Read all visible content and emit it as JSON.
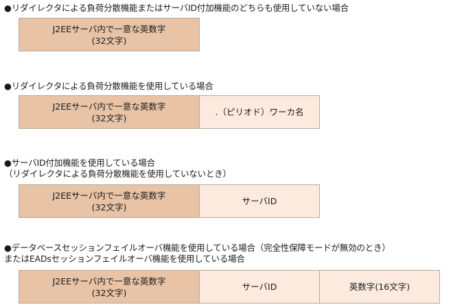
{
  "colors": {
    "primary_fill": "#e8c3a6",
    "secondary_fill": "#fbeadd",
    "border": "#b8a898"
  },
  "sections": [
    {
      "heading_lines": [
        "●リダイレクタによる負荷分散機能またはサーバID付加機能のどちらも使用していない場合"
      ],
      "boxes": [
        {
          "line1": "J2EEサーバ内で一意な英数字",
          "line2": "(32文字)"
        }
      ]
    },
    {
      "heading_lines": [
        "●リダイレクタによる負荷分散機能を使用している場合"
      ],
      "boxes": [
        {
          "line1": "J2EEサーバ内で一意な英数字",
          "line2": "(32文字)"
        },
        {
          "line1": ".（ピリオド）ワーカ名",
          "line2": ""
        }
      ]
    },
    {
      "heading_lines": [
        "●サーバID付加機能を使用している場合",
        "（リダイレクタによる負荷分散機能を使用していないとき）"
      ],
      "boxes": [
        {
          "line1": "J2EEサーバ内で一意な英数字",
          "line2": "(32文字)"
        },
        {
          "line1": "サーバID",
          "line2": ""
        }
      ]
    },
    {
      "heading_lines": [
        "●データベースセッションフェイルオーバ機能を使用している場合（完全性保障モードが無効のとき）",
        "またはEADsセッションフェイルオーバ機能を使用している場合"
      ],
      "boxes": [
        {
          "line1": "J2EEサーバ内で一意な英数字",
          "line2": "(32文字)"
        },
        {
          "line1": "サーバID",
          "line2": ""
        },
        {
          "line1": "英数字(16文字)",
          "line2": ""
        }
      ]
    }
  ]
}
